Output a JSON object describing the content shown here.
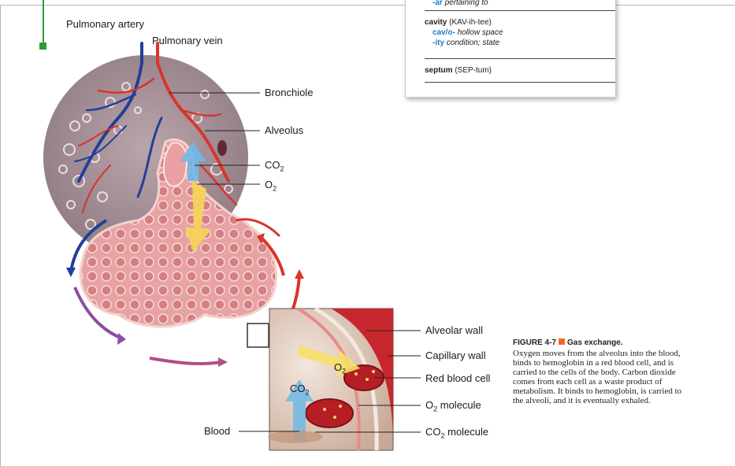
{
  "glossary": {
    "partial_row": {
      "part": "-ar",
      "definition": "pertaining to"
    },
    "entries": [
      {
        "term": "cavity",
        "pron": "(KAV-ih-tee)",
        "parts": [
          {
            "part": "cav/o-",
            "definition": "hollow space"
          },
          {
            "part": "-ity",
            "definition": "condition; state"
          }
        ]
      },
      {
        "term": "septum",
        "pron": "(SEP-tum)",
        "parts": []
      }
    ]
  },
  "labels": {
    "pulmonary_artery": "Pulmonary artery",
    "pulmonary_vein": "Pulmonary vein",
    "bronchiole": "Bronchiole",
    "alveolus": "Alveolus",
    "co2_label": "CO",
    "o2_label": "O",
    "alveolar_wall": "Alveolar wall",
    "capillary_wall": "Capillary wall",
    "red_blood_cell": "Red blood cell",
    "o2_molecule": "O molecule",
    "co2_molecule": "CO molecule",
    "blood": "Blood",
    "inset_o2": "O",
    "inset_co2": "CO",
    "subscript_2": "2"
  },
  "caption": {
    "figure_label": "FIGURE 4-7",
    "title": "Gas exchange.",
    "body": "Oxygen moves from the alveolus into the blood, binds to hemoglobin in a red blood cell, and is carried to the cells of the body. Carbon dioxide comes from each cell as a waste product of metabolism. It binds to hemoglobin, is carried to the alveoli, and it is eventually exhaled."
  },
  "colors": {
    "accent_green": "#2e9b3a",
    "glossary_blue": "#1f7ec2",
    "caption_orange": "#f26a21",
    "artery_red": "#d9342b",
    "vein_blue": "#243f9a"
  }
}
